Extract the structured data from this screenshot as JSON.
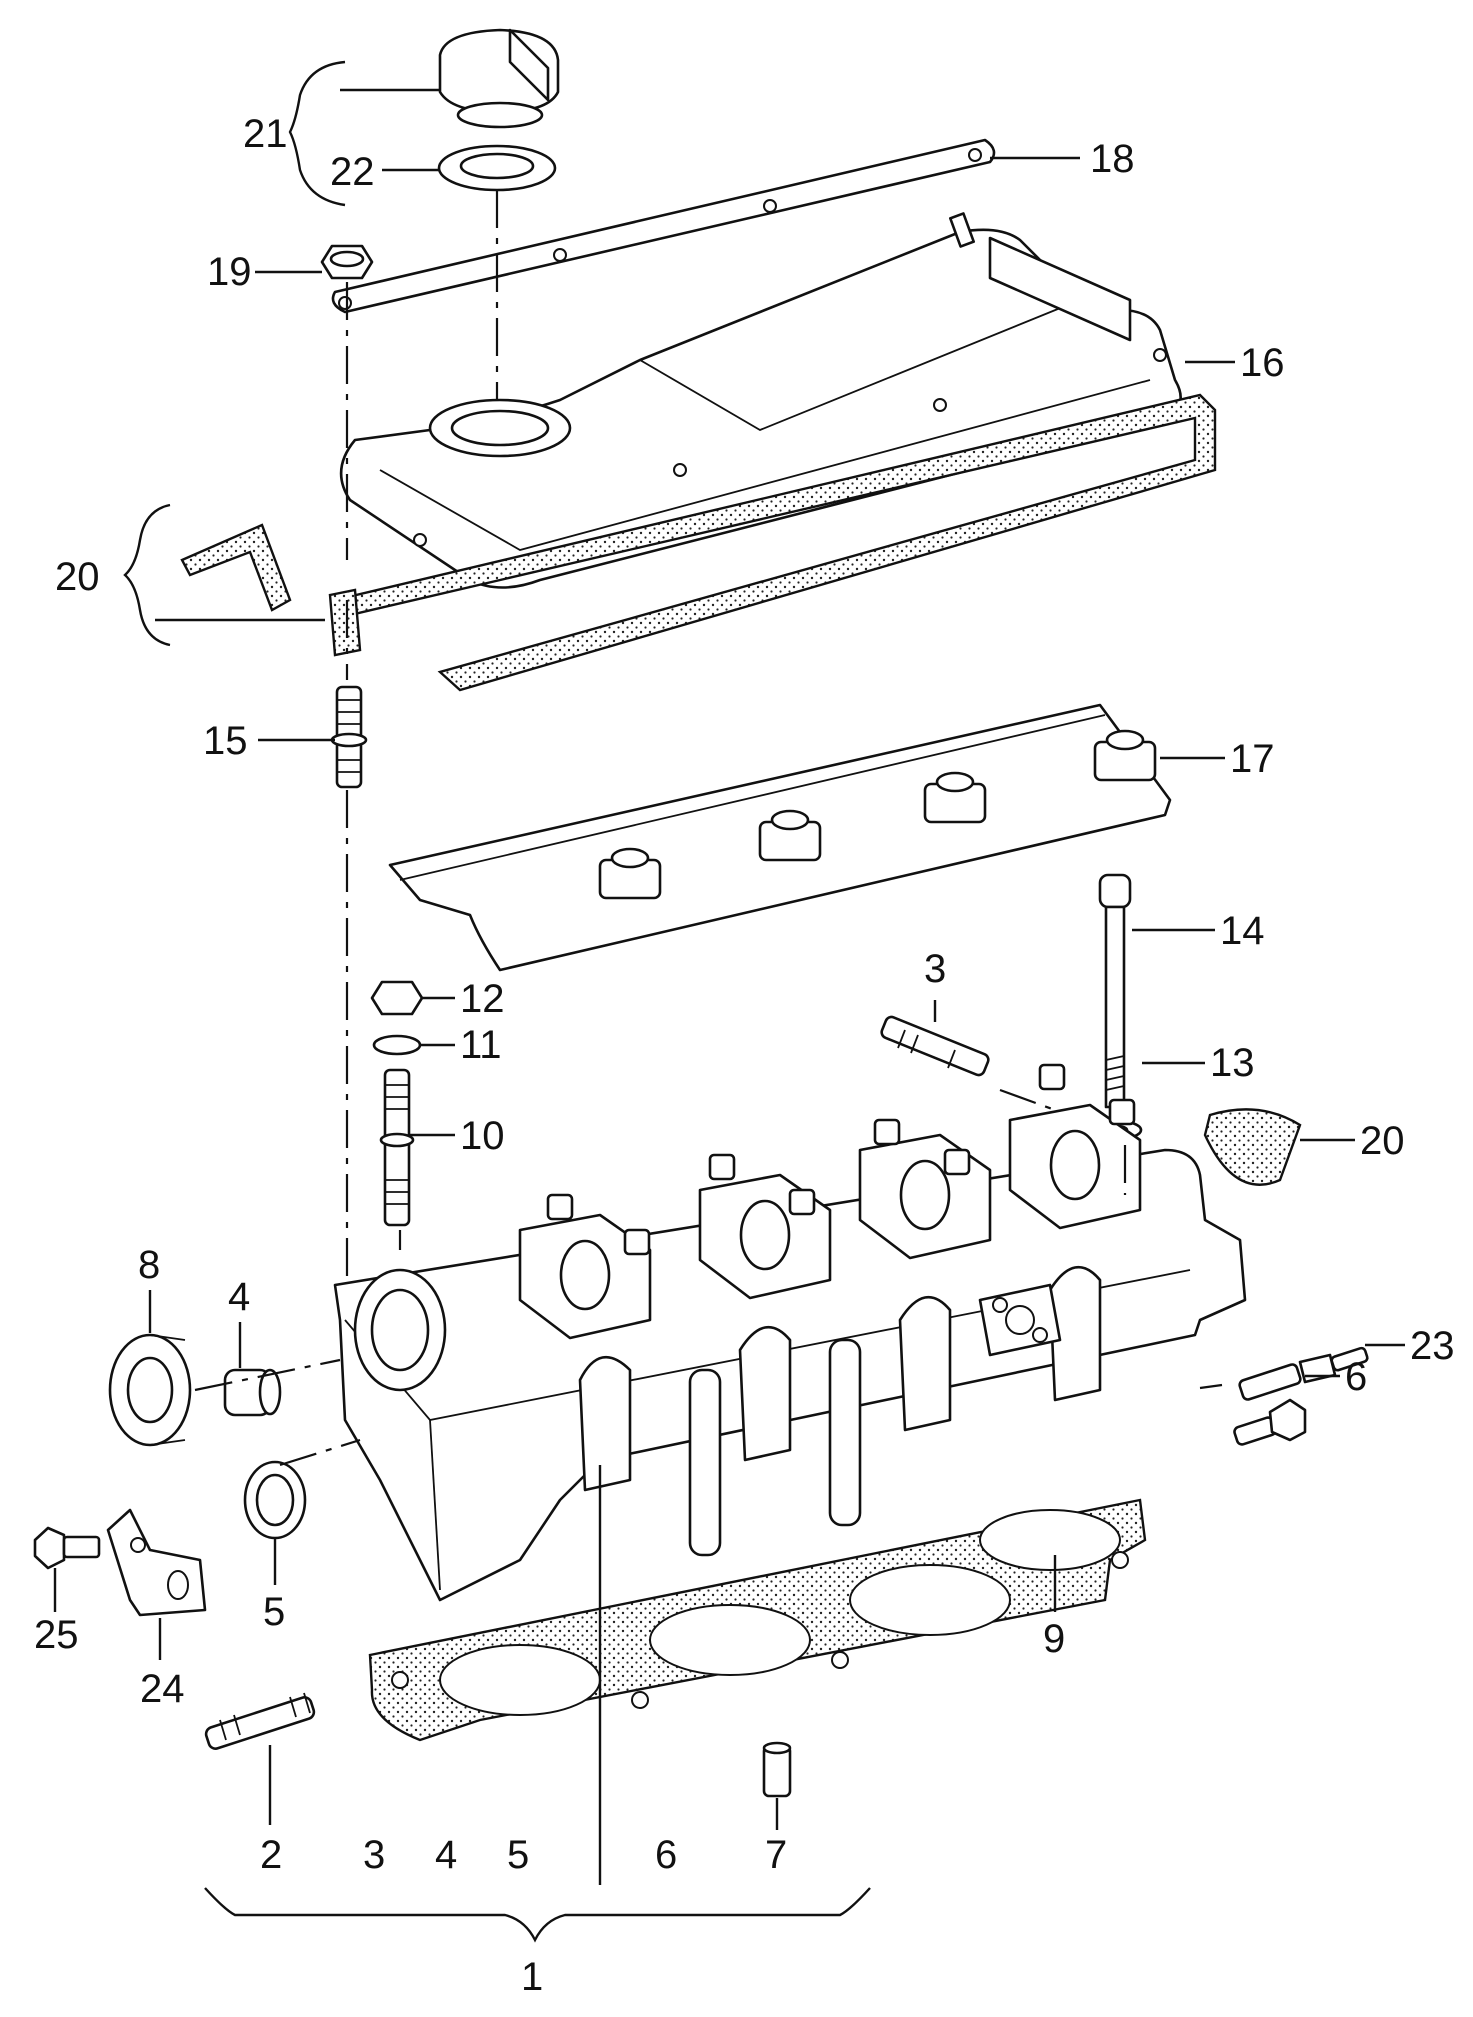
{
  "callouts": {
    "c1": "1",
    "c2": "2",
    "c3a": "3",
    "c3b": "3",
    "c4a": "4",
    "c4b": "4",
    "c5a": "5",
    "c5b": "5",
    "c6a": "6",
    "c6b": "6",
    "c7": "7",
    "c8": "8",
    "c9": "9",
    "c10": "10",
    "c11": "11",
    "c12": "12",
    "c13": "13",
    "c14": "14",
    "c15": "15",
    "c16": "16",
    "c17": "17",
    "c18": "18",
    "c19": "19",
    "c20a": "20",
    "c20b": "20",
    "c21": "21",
    "c22": "22",
    "c23": "23",
    "c24": "24",
    "c25": "25"
  }
}
